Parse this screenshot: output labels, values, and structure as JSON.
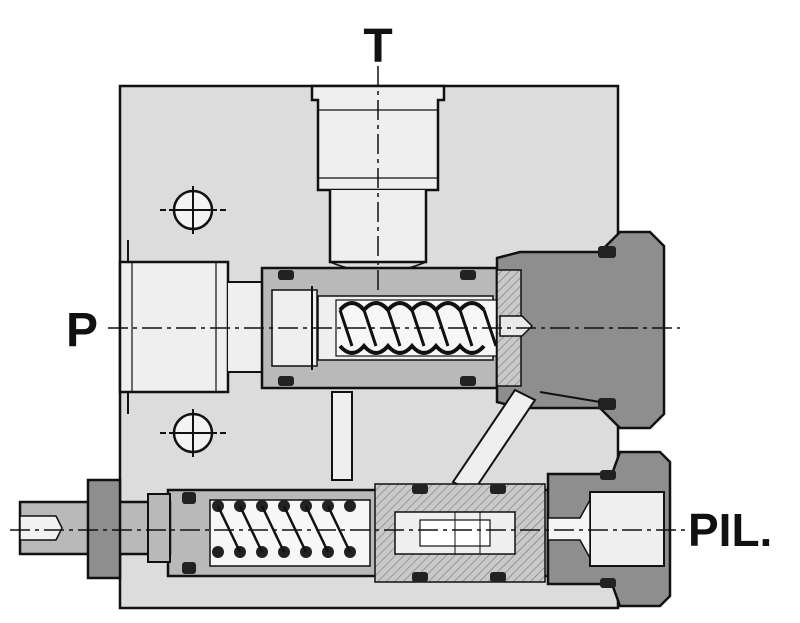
{
  "ports": {
    "tank": "T",
    "pressure": "P",
    "pilot": "PIL."
  },
  "colors": {
    "body": "#dcdcdc",
    "part": "#b9b9b9",
    "dark": "#8e8e8e",
    "line": "#111111",
    "bore": "#efefef"
  }
}
